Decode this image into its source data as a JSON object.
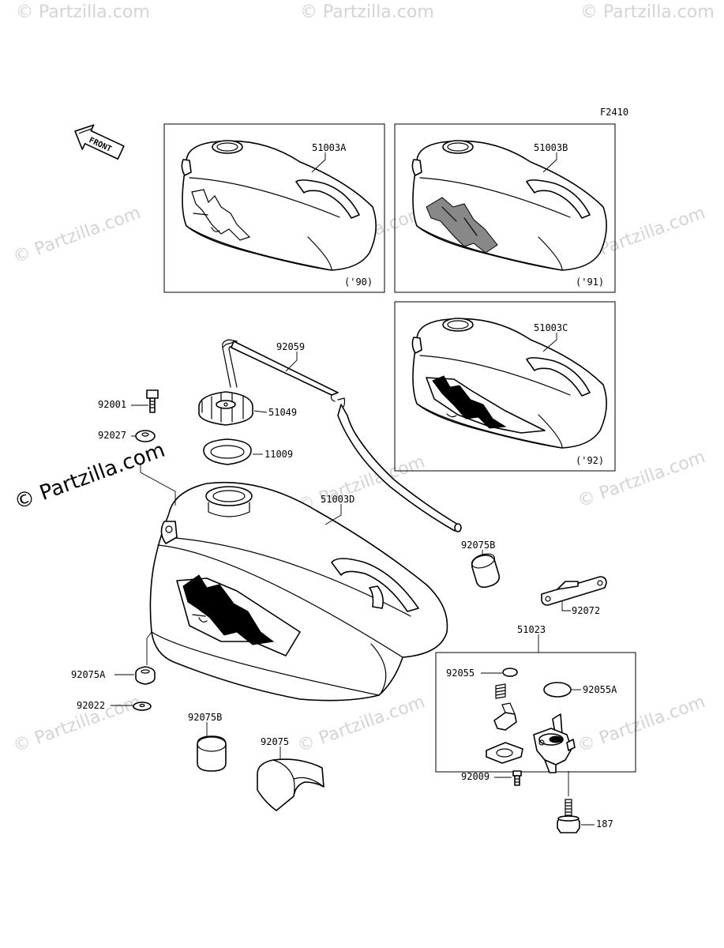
{
  "diagram_code": "F2410",
  "watermark": "© Partzilla.com",
  "front_arrow_label": "FRONT",
  "variant_boxes": [
    {
      "part": "51003A",
      "year": "('90)"
    },
    {
      "part": "51003B",
      "year": "('91)"
    },
    {
      "part": "51003C",
      "year": "('92)"
    }
  ],
  "fuel_cock_assembly": "51023",
  "callouts": {
    "p51003D": "51003D",
    "p92059": "92059",
    "p92001": "92001",
    "p51049": "51049",
    "p92027": "92027",
    "p11009": "11009",
    "p92075B_upper": "92075B",
    "p92072": "92072",
    "p92075A": "92075A",
    "p92022": "92022",
    "p92075B_lower": "92075B",
    "p92075": "92075",
    "p92055": "92055",
    "p92055A": "92055A",
    "p92009": "92009",
    "p187": "187"
  }
}
